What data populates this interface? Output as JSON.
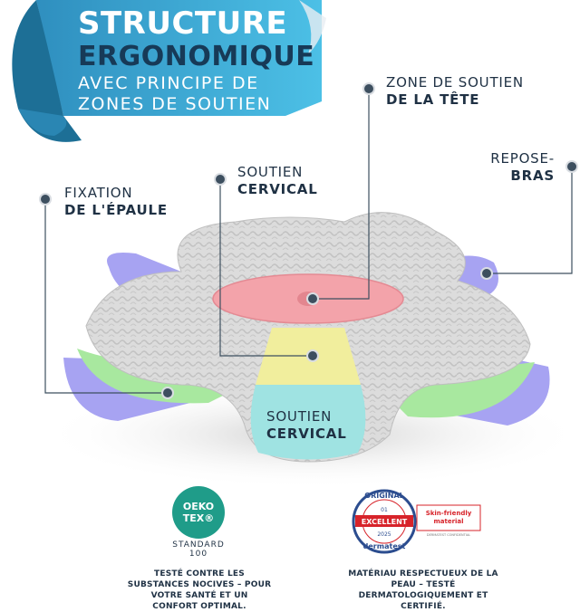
{
  "banner": {
    "line1": "STRUCTURE",
    "line2": "ERGONOMIQUE",
    "line3": "AVEC PRINCIPE DE",
    "line4": "ZONES DE SOUTIEN"
  },
  "labels": {
    "tete_reg": "ZONE DE SOUTIEN",
    "tete_bold": "DE LA TÊTE",
    "bras_reg": "REPOSE-",
    "bras_bold": "BRAS",
    "cervical_top_reg": "SOUTIEN",
    "cervical_top_bold": "CERVICAL",
    "epaule_reg": "FIXATION",
    "epaule_bold": "DE L'ÉPAULE",
    "cervical_mid_reg": "SOUTIEN",
    "cervical_mid_bold": "CERVICAL"
  },
  "oeko": {
    "line1": "OEKO",
    "line2": "TEX®",
    "standard_line1": "STANDARD",
    "standard_line2": "100",
    "text_line1": "TESTÉ CONTRE LES",
    "text_line2": "SUBSTANCES NOCIVES – POUR",
    "text_line3": "VOTRE SANTÉ ET UN",
    "text_line4": "CONFORT OPTIMAL."
  },
  "dermatest": {
    "ring_top": "ORIGINAL",
    "number": "01",
    "grade": "EXCELLENT",
    "year": "2025",
    "ring_bottom": "dermatest",
    "box_line1": "Skin-friendly",
    "box_line2": "material",
    "box_small": "DERMATEST CONFIDENTIAL",
    "text_line1": "MATÉRIAU RESPECTUEUX DE LA",
    "text_line2": "PEAU – TESTÉ",
    "text_line3": "DERMATOLOGIQUEMENT ET",
    "text_line4": "CERTIFIÉ."
  },
  "colors": {
    "banner_blue": "#3aa9d4",
    "banner_dark": "#1d6f96",
    "text_dark": "#1f3144",
    "head_zone": "#f3a3aa",
    "neck_zone": "#f1ee9d",
    "cervical_zone": "#9fe3e2",
    "shoulder_zone": "#a8e89f",
    "arm_zone": "#a7a3f2",
    "oeko_green": "#1f9c89",
    "derma_red": "#d7232a",
    "derma_blue": "#2c4d8f"
  }
}
